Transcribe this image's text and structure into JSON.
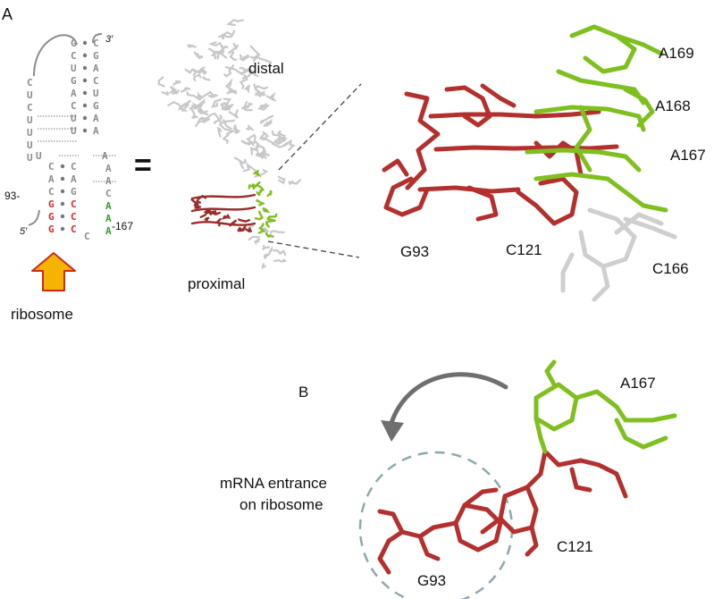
{
  "panel_a": {
    "label": "A",
    "secondary_structure": {
      "prime3": "3′",
      "prime5": "5′",
      "pos_93": "93-",
      "pos_167": "-167",
      "loop_left": [
        "C",
        "U",
        "C",
        "U",
        "U",
        "U",
        "U"
      ],
      "strand_5prime_top": [
        "G",
        "C",
        "U",
        "G",
        "A",
        "C",
        "U",
        "U"
      ],
      "strand_3prime_top": [
        "C",
        "G",
        "A",
        "C",
        "U",
        "G",
        "A",
        "A"
      ],
      "lower_left": [
        "U",
        "C",
        "A",
        "C",
        "G",
        "G",
        "G"
      ],
      "lower_right": [
        "A",
        "C",
        "A",
        "G",
        "C",
        "C",
        "C"
      ],
      "unpaired_3prime": [
        "A",
        "A",
        "C",
        "A",
        "A",
        "A"
      ],
      "tail_c": "C",
      "colors": {
        "grey": "#8c8c8c",
        "red": "#d62828",
        "green": "#2e9e2e",
        "blue": "#1a1aa8"
      }
    },
    "equals_sign": "=",
    "overview_labels": {
      "distal": "distal",
      "proximal": "proximal"
    },
    "ribosome_label": "ribosome",
    "closeup_labels": [
      "A169",
      "A168",
      "A167",
      "G93",
      "C121",
      "C166"
    ]
  },
  "panel_b": {
    "label": "B",
    "labels": [
      "A167",
      "C121",
      "G93"
    ],
    "entrance_text": [
      "mRNA entrance",
      "on ribosome"
    ]
  },
  "colors": {
    "red": "#b3302e",
    "green": "#7fbf1f",
    "grey": "#c8c8c8",
    "arrow_orange": "#f5b400",
    "arrow_outline": "#cc2a1a",
    "circle": "#8fa8ae"
  }
}
